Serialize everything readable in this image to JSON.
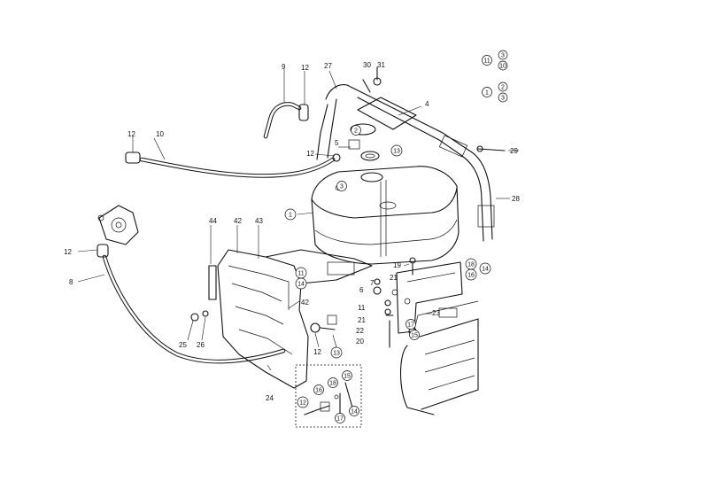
{
  "labels": [
    {
      "id": "p9",
      "text": "9"
    },
    {
      "id": "p12a",
      "text": "12"
    },
    {
      "id": "p27",
      "text": "27"
    },
    {
      "id": "p30",
      "text": "30"
    },
    {
      "id": "p31",
      "text": "31"
    },
    {
      "id": "p4",
      "text": "4"
    },
    {
      "id": "p12b",
      "text": "12"
    },
    {
      "id": "p10",
      "text": "10"
    },
    {
      "id": "p5",
      "text": "5"
    },
    {
      "id": "p12c",
      "text": "12"
    },
    {
      "id": "p29",
      "text": "29"
    },
    {
      "id": "p28",
      "text": "28"
    },
    {
      "id": "p44",
      "text": "44"
    },
    {
      "id": "p42a",
      "text": "42"
    },
    {
      "id": "p43",
      "text": "43"
    },
    {
      "id": "p12d",
      "text": "12"
    },
    {
      "id": "p8",
      "text": "8"
    },
    {
      "id": "p19",
      "text": "19"
    },
    {
      "id": "p21a",
      "text": "21"
    },
    {
      "id": "p7",
      "text": "7"
    },
    {
      "id": "p6",
      "text": "6"
    },
    {
      "id": "p11",
      "text": "11"
    },
    {
      "id": "p21b",
      "text": "21"
    },
    {
      "id": "p22",
      "text": "22"
    },
    {
      "id": "p20",
      "text": "20"
    },
    {
      "id": "p23",
      "text": "23"
    },
    {
      "id": "p42b",
      "text": "42"
    },
    {
      "id": "p25",
      "text": "25"
    },
    {
      "id": "p26",
      "text": "26"
    },
    {
      "id": "p12e",
      "text": "12"
    },
    {
      "id": "p24",
      "text": "24"
    }
  ],
  "circled": [
    {
      "id": "c1a",
      "text": "1"
    },
    {
      "id": "c2a",
      "text": "2"
    },
    {
      "id": "c3a",
      "text": "3"
    },
    {
      "id": "c13a",
      "text": "13"
    },
    {
      "id": "c11a",
      "text": "11"
    },
    {
      "id": "c14a",
      "text": "14"
    },
    {
      "id": "c18a",
      "text": "18"
    },
    {
      "id": "c16a",
      "text": "16"
    },
    {
      "id": "c14b",
      "text": "14"
    },
    {
      "id": "c17a",
      "text": "17"
    },
    {
      "id": "c15a",
      "text": "15"
    },
    {
      "id": "c13b",
      "text": "13"
    },
    {
      "id": "c12a",
      "text": "12"
    },
    {
      "id": "c16b",
      "text": "16"
    },
    {
      "id": "c18b",
      "text": "18"
    },
    {
      "id": "c15b",
      "text": "15"
    },
    {
      "id": "c14c",
      "text": "14"
    },
    {
      "id": "c17b",
      "text": "17"
    },
    {
      "id": "c11b",
      "text": "11"
    },
    {
      "id": "c3b",
      "text": "3"
    },
    {
      "id": "c10",
      "text": "10"
    },
    {
      "id": "c1b",
      "text": "1"
    },
    {
      "id": "c2b",
      "text": "2"
    },
    {
      "id": "c3c",
      "text": "3"
    }
  ]
}
